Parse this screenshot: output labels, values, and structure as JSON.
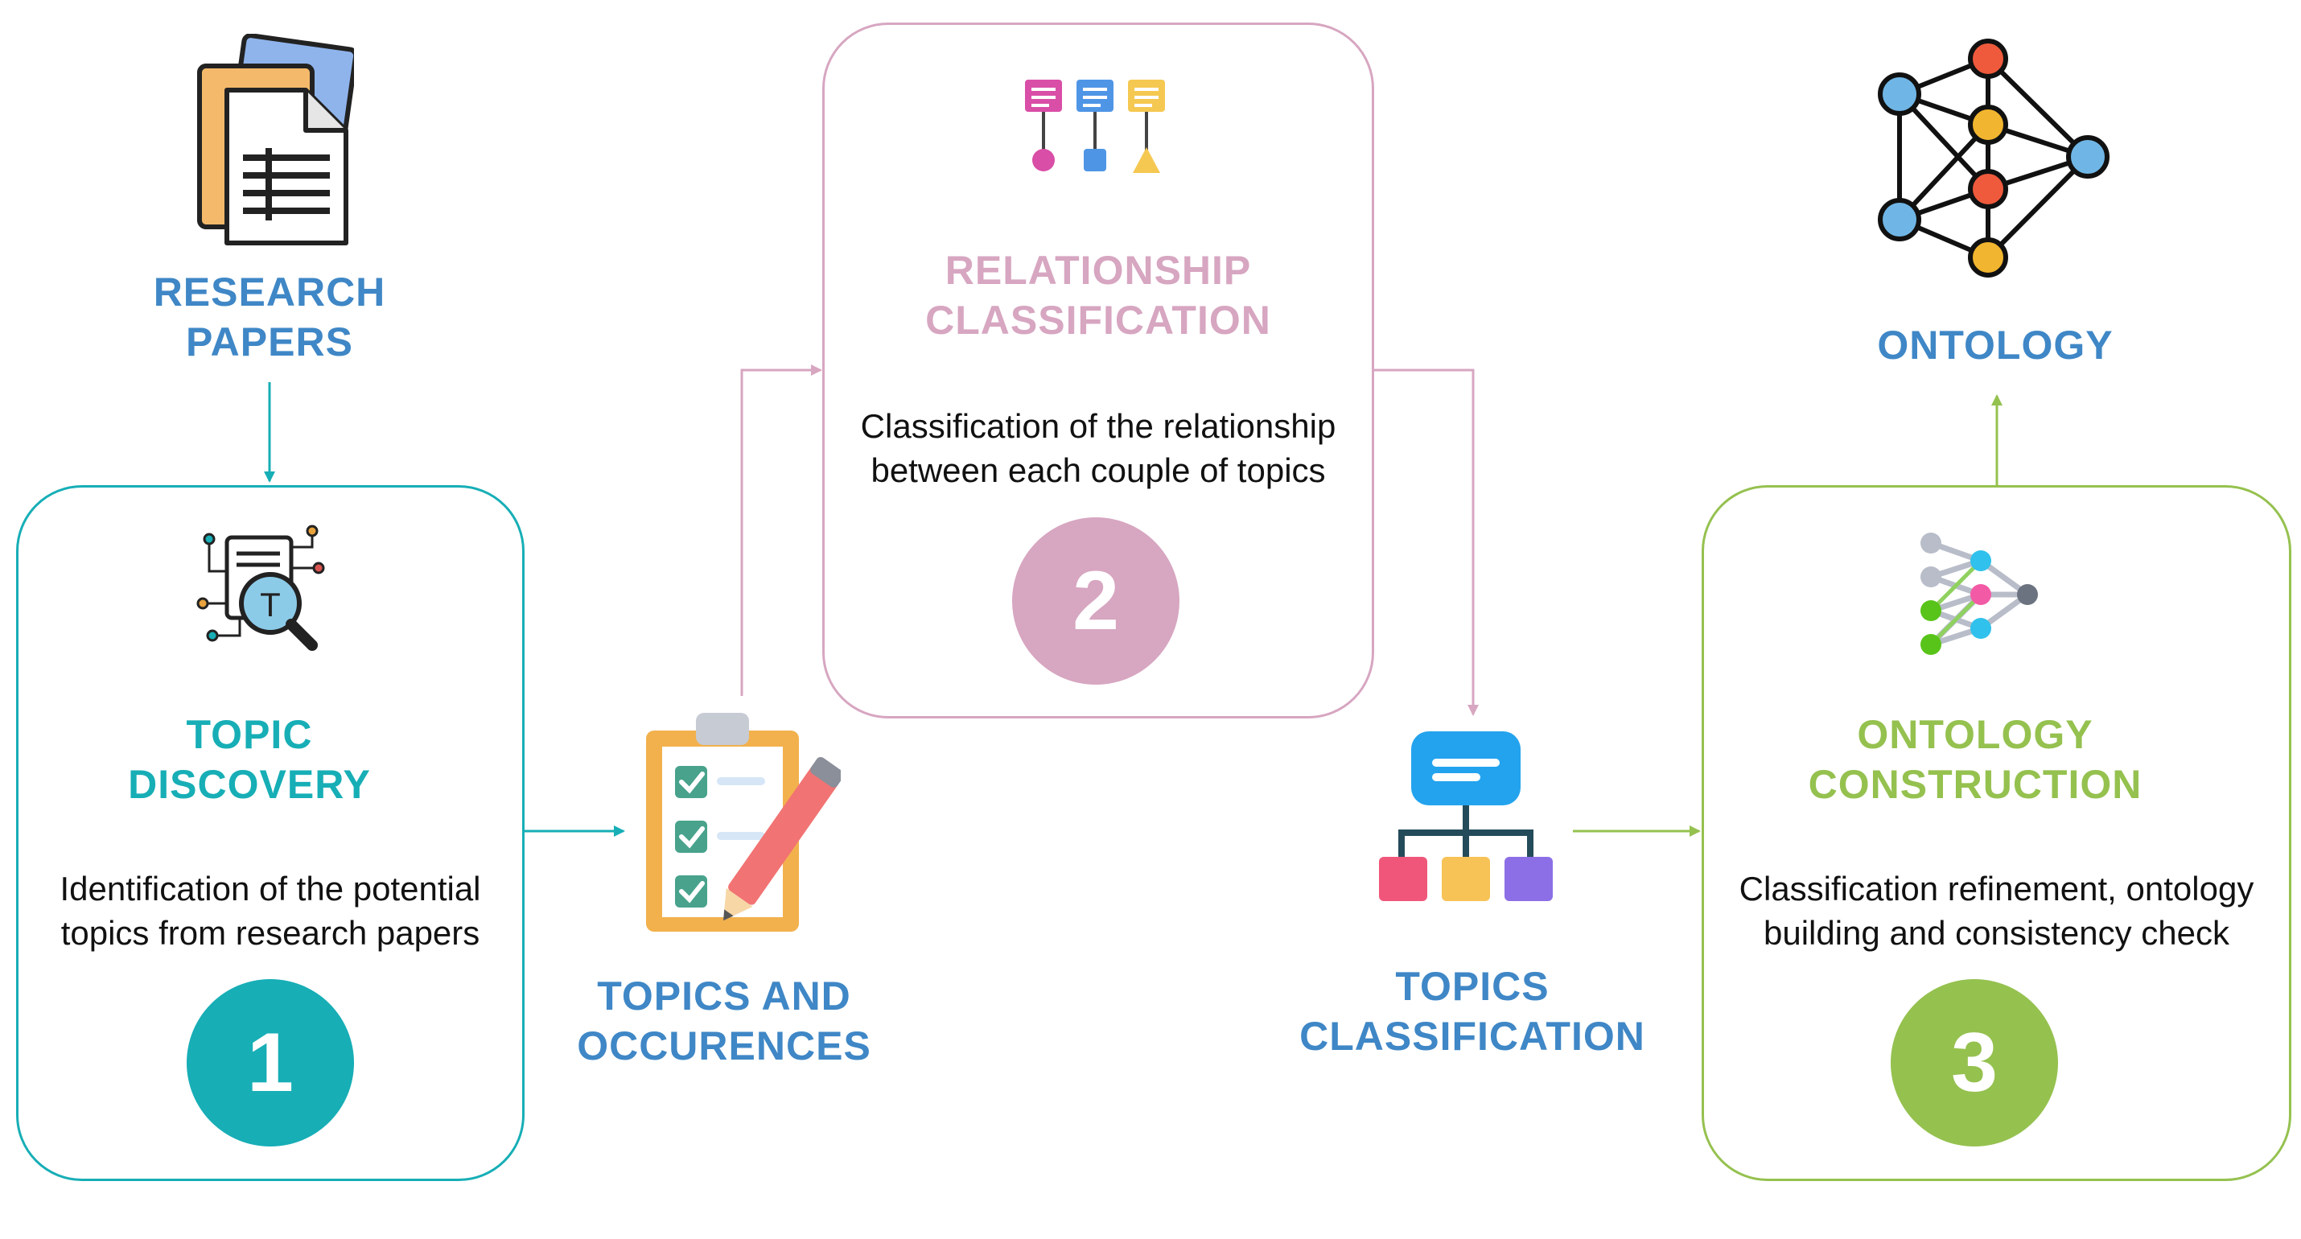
{
  "nodes": {
    "research_papers": {
      "title": "RESEARCH\nPAPERS",
      "icon": "documents-icon"
    },
    "topic_discovery": {
      "title": "TOPIC\nDISCOVERY",
      "description": "Identification of the potential topics from research papers",
      "step": "1",
      "icon": "topic-search-icon",
      "color": "#17aeb6"
    },
    "topics_occurences": {
      "title": "TOPICS AND\nOCCURENCES",
      "icon": "checklist-icon"
    },
    "relationship_classification": {
      "title": "RELATIONSHIP\nCLASSIFICATION",
      "description": "Classification of the relationship between each couple of topics",
      "step": "2",
      "icon": "relationship-icon",
      "color": "#d7a6c1"
    },
    "topics_classification": {
      "title": "TOPICS\nCLASSIFICATION",
      "icon": "hierarchy-icon"
    },
    "ontology_construction": {
      "title": "ONTOLOGY\nCONSTRUCTION",
      "description": "Classification refinement, ontology building and consistency check",
      "step": "3",
      "icon": "neural-network-icon",
      "color": "#95c14f"
    },
    "ontology": {
      "title": "ONTOLOGY",
      "icon": "network-graph-icon"
    }
  },
  "colors": {
    "label_blue": "#3f87c6",
    "teal": "#17aeb6",
    "pink": "#d7a6c1",
    "green": "#95c14f"
  }
}
